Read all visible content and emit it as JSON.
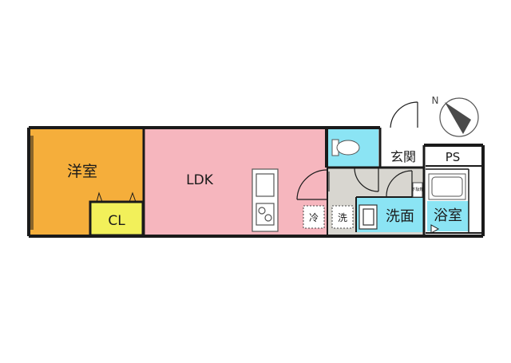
{
  "floorplan": {
    "rooms": {
      "western_room": {
        "label": "洋室",
        "color": "#F5AE3B"
      },
      "closet": {
        "label": "CL",
        "color": "#F2F05A"
      },
      "ldk": {
        "label": "LDK",
        "color": "#F6B6BE"
      },
      "toilet": {
        "color": "#8BE4F4"
      },
      "entrance": {
        "label": "玄関"
      },
      "pipe_space": {
        "label": "PS"
      },
      "washroom": {
        "label": "洗面",
        "color": "#8BE4F4"
      },
      "bathroom": {
        "label": "浴室",
        "color": "#8BE4F4"
      },
      "hall": {
        "color": "#E9E6DE"
      }
    },
    "fixtures": {
      "fridge_space": "冷",
      "washer_space": "洗",
      "shoe_box": "下駄箱"
    },
    "compass": {
      "label": "N"
    },
    "colors": {
      "wall": "#1a1a1a",
      "background": "#ffffff",
      "corridor": "#D8D6D0",
      "fixture_line": "#666666"
    }
  }
}
